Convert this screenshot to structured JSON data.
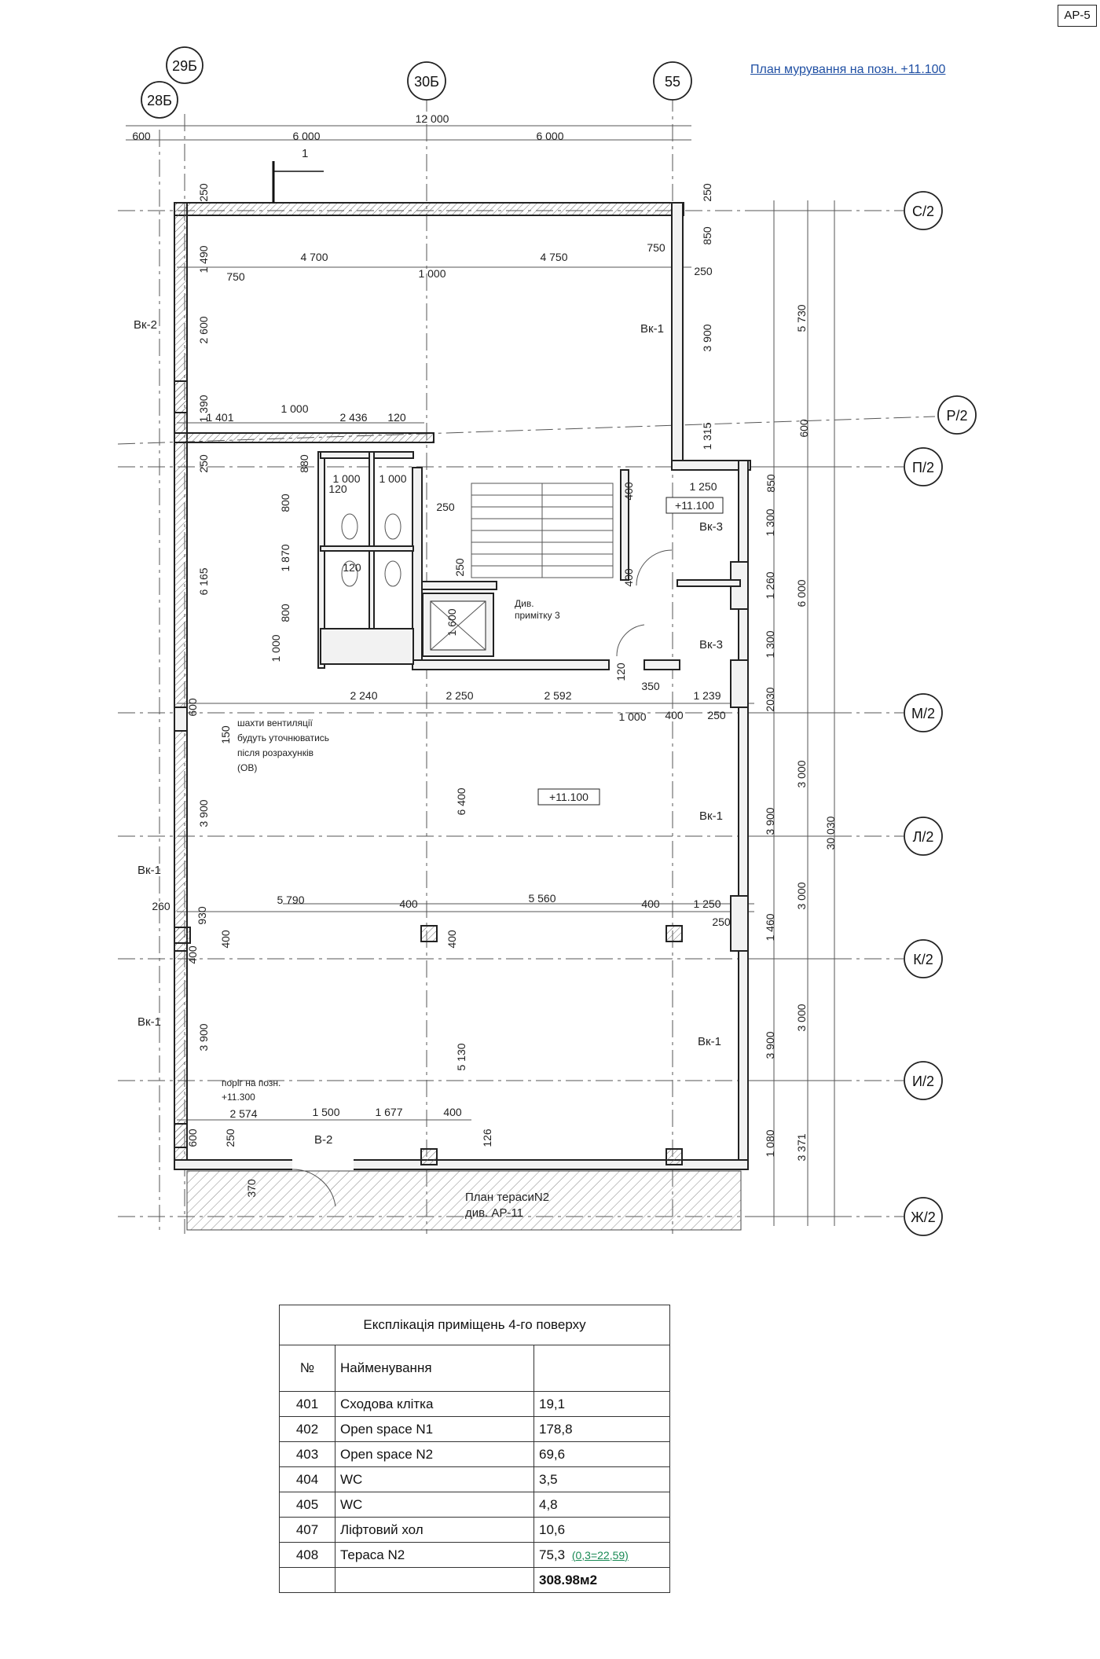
{
  "sheet_tag": "АР-5",
  "plan_link": "План мурування на позн. +11.100",
  "axes_vertical": [
    {
      "label": "28Б"
    },
    {
      "label": "29Б"
    },
    {
      "label": "30Б"
    },
    {
      "label": "55"
    }
  ],
  "axes_horizontal": [
    {
      "label": "С/2"
    },
    {
      "label": "Р/2"
    },
    {
      "label": "П/2"
    },
    {
      "label": "М/2"
    },
    {
      "label": "Л/2"
    },
    {
      "label": "К/2"
    },
    {
      "label": "И/2"
    },
    {
      "label": "Ж/2"
    }
  ],
  "dimensions": {
    "top_total": "12 000",
    "top_left_offset": "600",
    "top_left": "6 000",
    "top_right": "6 000",
    "north_inner_left": "4 700",
    "north_inner_right": "4 750",
    "north_mid": "1 000",
    "north_left_edge": "750",
    "north_right_edge": "750",
    "row2_a": "1 401",
    "row2_b": "1 000",
    "row2_c": "2 436",
    "row2_d": "120",
    "wc_a": "1 000",
    "wc_b": "1 000",
    "mid_a": "2 240",
    "mid_b": "2 250",
    "mid_c": "2 592",
    "mid_d": "1 239",
    "mid_e": "350",
    "mid_f": "1 000",
    "mid_g": "400",
    "mid_h": "250",
    "col_a": "5 790",
    "col_b": "400",
    "col_c": "5 560",
    "col_d": "400",
    "col_e": "1 250",
    "bot_a": "2 574",
    "bot_b": "1 500",
    "bot_c": "1 677",
    "bot_d": "400",
    "right_total": "30 030",
    "right_a": "5 730",
    "right_b": "6 000",
    "right_c": "3 000",
    "right_d": "3 000",
    "right_e": "3 000",
    "right_f": "3 371",
    "inner_1250": "1 250",
    "stair_250": "250",
    "v_1490": "1 490",
    "v_2600": "2 600",
    "v_1390": "1 390",
    "v_6165": "6 165",
    "v_3900a": "3 900",
    "v_3900b": "3 900",
    "v_6400": "6 400",
    "v_5130": "5 130",
    "v_1870": "1 870",
    "v_800a": "800",
    "v_800b": "800",
    "v_1000": "1 000",
    "v_3900r": "3 900",
    "v_1315": "1 315",
    "v_1300a": "1 300",
    "v_1260": "1 260",
    "v_1300b": "1 300",
    "v_2030": "2030",
    "v_3900r2": "3 900",
    "v_1460": "1 460",
    "v_3900r3": "3 900",
    "v_1080": "1 080",
    "v_600": "600",
    "v_850": "850",
    "v_250": "250",
    "v_880": "880",
    "v_120": "120",
    "v_400": "400",
    "v_126": "126",
    "v_370": "370",
    "v_260": "260",
    "v_150": "150",
    "v_930": "930",
    "v_1600": "1 600"
  },
  "labels": {
    "section_mark": "1",
    "vk2": "Вк-2",
    "vk1_ne": "Вк-1",
    "vk3_a": "Вк-3",
    "vk3_b": "Вк-3",
    "vk1_e": "Вк-1",
    "vk1_w": "Вк-1",
    "vk1_se": "Вк-1",
    "vk1_sw": "Вк-1",
    "b2": "В-2",
    "level_stair": "+11.100",
    "level_main": "+11.100",
    "elevator_note_1": "Див.",
    "elevator_note_2": "примітку 3",
    "vent_note_1": "шахти вентиляції",
    "vent_note_2": "будуть уточнюватись",
    "vent_note_3": "після розрахунків",
    "vent_note_4": "(ОВ)",
    "threshold_1": "поріг на позн.",
    "threshold_2": "+11.300",
    "terrace_1": "План терасиN2",
    "terrace_2": "див. АР-11"
  },
  "table": {
    "title": "Експлікація приміщень 4-го поверху",
    "col_no": "№",
    "col_name": "Найменування",
    "col_area": "",
    "rows": [
      {
        "no": "401",
        "name": "Сходова клітка",
        "area": "19,1",
        "note": ""
      },
      {
        "no": "402",
        "name": "Open space N1",
        "area": "178,8",
        "note": ""
      },
      {
        "no": "403",
        "name": "Open space N2",
        "area": "69,6",
        "note": ""
      },
      {
        "no": "404",
        "name": "WC",
        "area": "3,5",
        "note": ""
      },
      {
        "no": "405",
        "name": "WC",
        "area": "4,8",
        "note": ""
      },
      {
        "no": "407",
        "name": "Ліфтовий хол",
        "area": "10,6",
        "note": ""
      },
      {
        "no": "408",
        "name": "Тераса N2",
        "area": "75,3",
        "note": "(0,3=22,59)"
      }
    ],
    "total": "308.98м2"
  }
}
